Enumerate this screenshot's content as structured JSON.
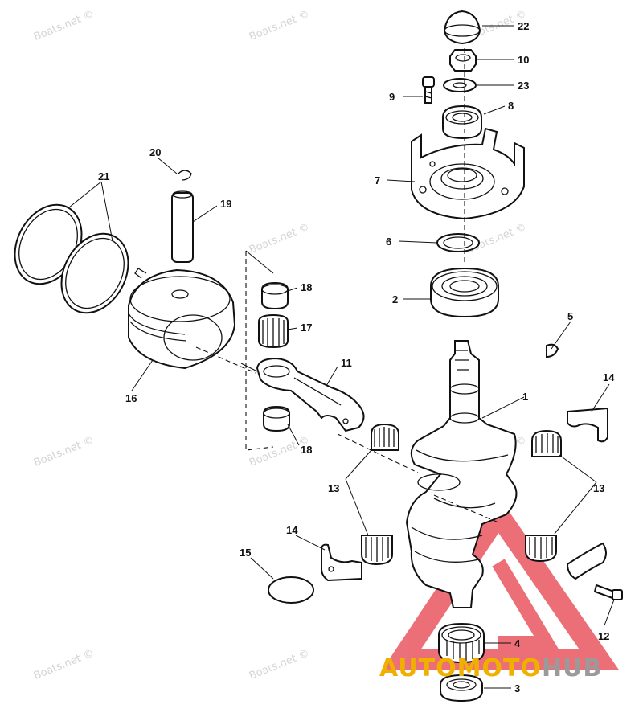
{
  "watermark": {
    "text": "Boats.net ©",
    "positions": []
  },
  "brand": {
    "part1": "AUTOMOTO",
    "part2": "HUB",
    "color_primary": "#f0b000",
    "color_secondary": "#9a9a9a",
    "logo_color": "#e8505b"
  },
  "callouts": {
    "c1": "1",
    "c2": "2",
    "c3": "3",
    "c4": "4",
    "c5": "5",
    "c6": "6",
    "c7": "7",
    "c8": "8",
    "c9": "9",
    "c10": "10",
    "c11": "11",
    "c12": "12",
    "c13a": "13",
    "c13b": "13",
    "c14a": "14",
    "c14b": "14",
    "c15": "15",
    "c16": "16",
    "c17": "17",
    "c18a": "18",
    "c18b": "18",
    "c19": "19",
    "c20": "20",
    "c21": "21",
    "c22": "22",
    "c23": "23"
  }
}
